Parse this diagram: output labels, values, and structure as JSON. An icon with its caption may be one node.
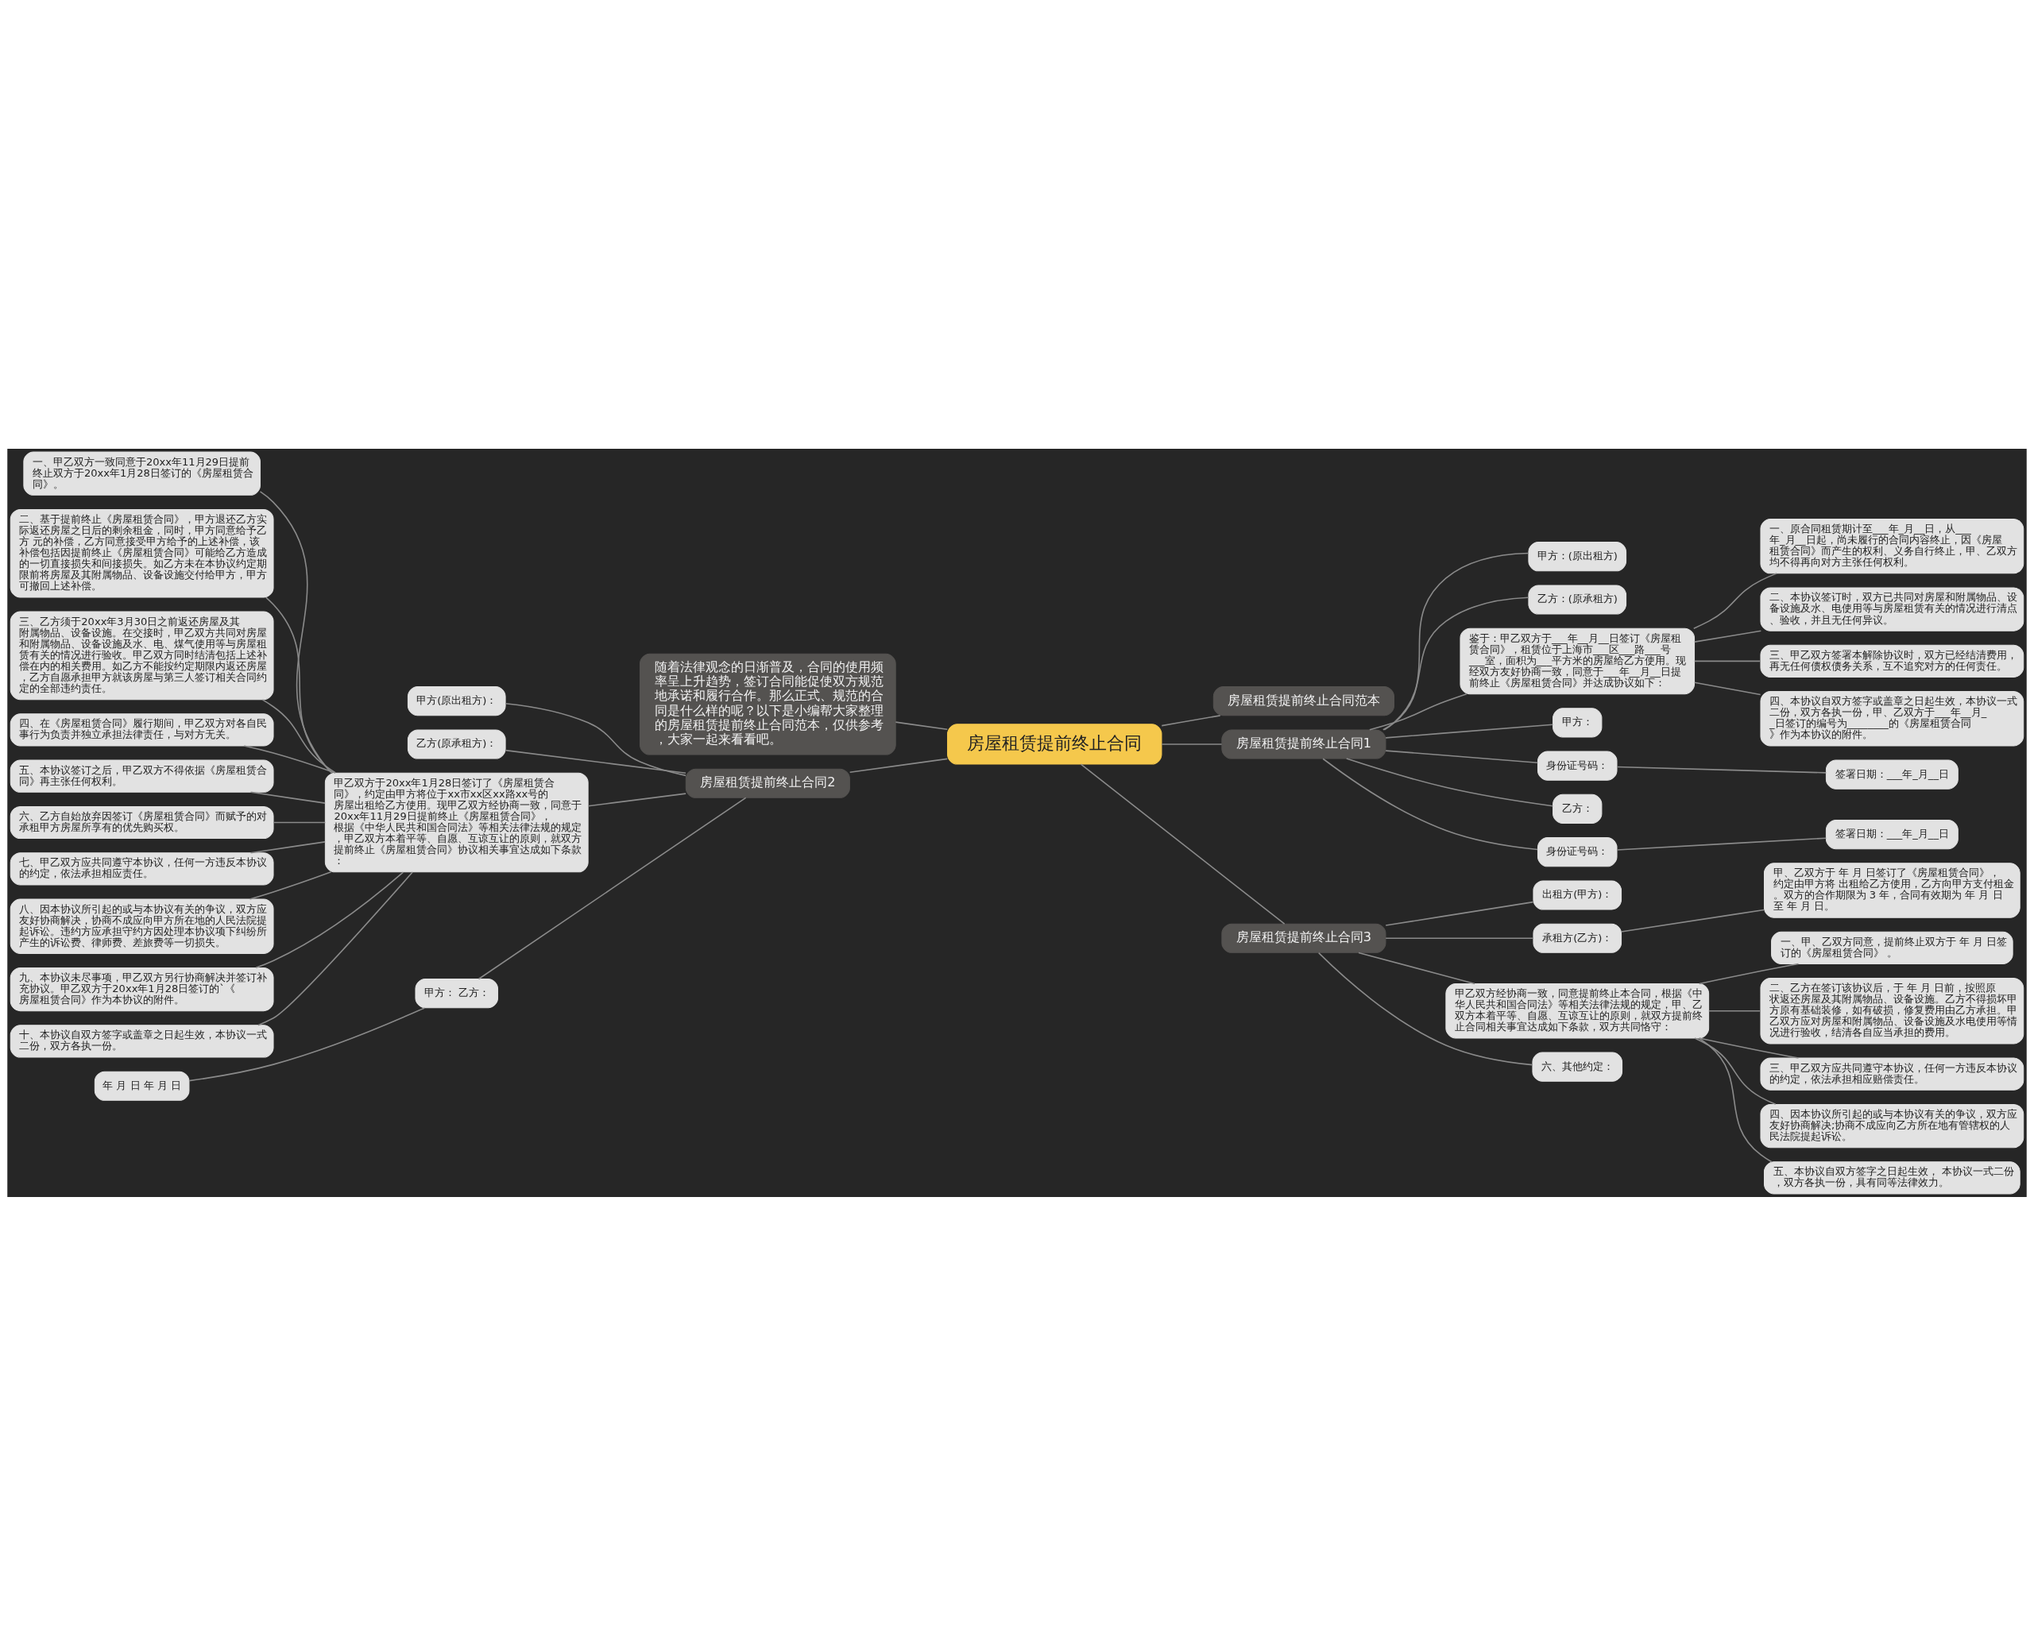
{
  "diagram": {
    "nodes": [
      {
        "text": [
          "房屋租赁提前终止合同"
        ]
      },
      {
        "text": [
          "随着法律观念的日渐普及，合同的使用频率呈上升趋势，签订合同能促使双方规范地承诺和履行合作。那么正式、规范的合同是什么样的呢？以下是小编帮大家整理的房屋租赁提前终止合同范本，仅供参考，大家一起来看看吧。"
        ]
      },
      {
        "text": [
          "房屋租赁提前终止合同范本"
        ]
      },
      {
        "text": [
          "房屋租赁提前终止合同1"
        ]
      },
      {
        "text": [
          "甲方：(原出租方)"
        ]
      },
      {
        "text": [
          "乙方：(原承租方)"
        ]
      },
      {
        "text": [
          "鉴于：甲乙双方于___年__月__日签订《房屋租赁合同》，租赁位于上海市___区___路___号___室，面积为___平方米的房屋给乙方使用。现经双方友好协商一致，同意于___年__月__日提前终止《房屋租赁合同》并达成协议如下："
        ]
      },
      {
        "text": [
          "一、原合同租赁期计至___年_月__日，从___年_月__日起，尚未履行的合同内容终止，因《房屋租赁合同》而产生的权利、义务自行终止，甲、乙双方均不得再向对方主张任何权利。"
        ]
      },
      {
        "text": [
          "二、本协议签订时，双方已共同对房屋和附属物品、设备设施及水、电使用等与房屋租赁有关的情况进行清点、验收，并且无任何异议。"
        ]
      },
      {
        "text": [
          "三、甲乙双方签署本解除协议时，双方已经结清费用，再无任何债权债务关系，互不追究对方的任何责任。"
        ]
      },
      {
        "text": [
          "四、本协议自双方签字或盖章之日起生效，本协议一式二份，双方各执一份，甲、乙双方于___年__月__日签订的编号为________的《房屋租赁合同》作为本协议的附件。"
        ]
      },
      {
        "text": [
          "甲方："
        ]
      },
      {
        "text": [
          "身份证号码："
        ]
      },
      {
        "text": [
          "签署日期：___年_月__日"
        ]
      },
      {
        "text": [
          "乙方："
        ]
      },
      {
        "text": [
          "身份证号码："
        ]
      },
      {
        "text": [
          "签署日期：___年_月__日"
        ]
      },
      {
        "text": [
          "房屋租赁提前终止合同3"
        ]
      },
      {
        "text": [
          "出租方(甲方)："
        ]
      },
      {
        "text": [
          "承租方(乙方)："
        ]
      },
      {
        "text": [
          "甲、乙双方于 年 月 日签订了《房屋租赁合同》，约定由甲方将 出租给乙方使用，乙方向甲方支付租金。双方的合作期限为 3 年，合同有效期为 年 月 日至 年 月 日。"
        ]
      },
      {
        "text": [
          "甲乙双方经协商一致，同意提前终止本合同，根据《中华人民共和国合同法》等相关法律法规的规定，甲、乙双方本着平等、自愿、互谅互让的原则，就双方提前终止合同相关事宜达成如下条款，双方共同恪守："
        ]
      },
      {
        "text": [
          "一、甲、乙双方同意，提前终止双方于 年 月 日签订的《房屋租赁合同》 。"
        ]
      },
      {
        "text": [
          "二、乙方在签订该协议后，于 年 月 日前，按照原状返还房屋及其附属物品、设备设施。乙方不得损坏甲方原有基础装修，如有破损，修复费用由乙方承担。甲乙双方应对房屋和附属物品、设备设施及水电使用等情况进行验收，结清各自应当承担的费用。"
        ]
      },
      {
        "text": [
          "三、甲乙双方应共同遵守本协议，任何一方违反本协议的约定，依法承担相应赔偿责任。"
        ]
      },
      {
        "text": [
          "四、因本协议所引起的或与本协议有关的争议，双方应友好协商解决;协商不成应向乙方所在地有管辖权的人民法院提起诉讼。"
        ]
      },
      {
        "text": [
          "五、本协议自双方签字之日起生效， 本协议一式二份，双方各执一份，具有同等法律效力。"
        ]
      },
      {
        "text": [
          "六、其他约定："
        ]
      },
      {
        "text": [
          "房屋租赁提前终止合同2"
        ]
      },
      {
        "text": [
          "甲方(原出租方)："
        ]
      },
      {
        "text": [
          "乙方(原承租方)："
        ]
      },
      {
        "text": [
          "甲乙双方于20xx年1月28日签订了《房屋租赁合同》，约定由甲方将位于xx市xx区xx路xx号的房屋出租给乙方使用。现甲乙双方经协商一致，同意于20xx年11月29日提前终止《房屋租赁合同》，根据《中华人民共和国合同法》等相关法律法规的规定，甲乙双方本着平等、自愿、互谅互让的原则，就双方提前终止《房屋租赁合同》协议相关事宜达成如下条款："
        ]
      },
      {
        "text": [
          "一、甲乙双方一致同意于20xx年11月29日提前终止双方于20xx年1月28日签订的《房屋租赁合同》。"
        ]
      },
      {
        "text": [
          "二、基于提前终止《房屋租赁合同》，甲方退还乙方实际返还房屋之日后的剩余租金，同时，甲方同意给予乙方 元的补偿，乙方同意接受甲方给予的上述补偿，该补偿包括因提前终止《房屋租赁合同》可能给乙方造成的一切直接损失和间接损失。如乙方未在本协议约定期限前将房屋及其附属物品、设备设施交付给甲方，甲方可撤回上述补偿。"
        ]
      },
      {
        "text": [
          "三、乙方须于20xx年3月30日之前返还房屋及其附属物品、设备设施。在交接时，甲乙双方共同对房屋和附属物品、设备设施及水、电、煤气使用等与房屋租赁有关的情况进行验收。甲乙双方同时结清包括上述补偿在内的相关费用。如乙方不能按约定期限内返还房屋，乙方自愿承担甲方就该房屋与第三人签订相关合同约定的全部违约责任。"
        ]
      },
      {
        "text": [
          "四、在《房屋租赁合同》履行期间，甲乙双方对各自民事行为负责并独立承担法律责任，与对方无关。"
        ]
      },
      {
        "text": [
          "五、本协议签订之后，甲乙双方不得依据《房屋租赁合同》再主张任何权利。"
        ]
      },
      {
        "text": [
          "六、乙方自始放弃因签订《房屋租赁合同》而赋予的对承租甲方房屋所享有的优先购买权。"
        ]
      },
      {
        "text": [
          "七、甲乙双方应共同遵守本协议，任何一方违反本协议的约定，依法承担相应责任。"
        ]
      },
      {
        "text": [
          "八、因本协议所引起的或与本协议有关的争议，双方应友好协商解决，协商不成应向甲方所在地的人民法院提起诉讼。违约方应承担守约方因处理本协议项下纠纷所产生的诉讼费、律师费、差旅费等一切损失。"
        ]
      },
      {
        "text": [
          "九、本协议未尽事项，甲乙双方另行协商解决并签订补充协议。甲乙双方于20xx年1月28日签订的`《房屋租赁合同》作为本协议的附件。"
        ]
      },
      {
        "text": [
          "十、本协议自双方签字或盖章之日起生效，本协议一式二份，双方各执一份。"
        ]
      },
      {
        "text": [
          "甲方： 乙方："
        ]
      },
      {
        "text": [
          "年 月 日 年 月 日"
        ]
      }
    ],
    "edges": [
      {
        "from": 0,
        "to": 1,
        "arrow": "none"
      },
      {
        "from": 0,
        "to": 2,
        "arrow": "none"
      },
      {
        "from": 0,
        "to": 3,
        "arrow": "none"
      },
      {
        "from": 0,
        "to": 17,
        "arrow": "none"
      },
      {
        "from": 0,
        "to": 28,
        "arrow": "none"
      },
      {
        "from": 3,
        "to": 4,
        "arrow": "none"
      },
      {
        "from": 3,
        "to": 5,
        "arrow": "none"
      },
      {
        "from": 3,
        "to": 6,
        "arrow": "none"
      },
      {
        "from": 6,
        "to": 7,
        "arrow": "none"
      },
      {
        "from": 6,
        "to": 8,
        "arrow": "none"
      },
      {
        "from": 6,
        "to": 9,
        "arrow": "none"
      },
      {
        "from": 6,
        "to": 10,
        "arrow": "none"
      },
      {
        "from": 3,
        "to": 11,
        "arrow": "none"
      },
      {
        "from": 3,
        "to": 12,
        "arrow": "none"
      },
      {
        "from": 12,
        "to": 13,
        "arrow": "none"
      },
      {
        "from": 3,
        "to": 14,
        "arrow": "none"
      },
      {
        "from": 3,
        "to": 15,
        "arrow": "none"
      },
      {
        "from": 15,
        "to": 16,
        "arrow": "none"
      },
      {
        "from": 17,
        "to": 18,
        "arrow": "none"
      },
      {
        "from": 17,
        "to": 19,
        "arrow": "none"
      },
      {
        "from": 19,
        "to": 20,
        "arrow": "none"
      },
      {
        "from": 17,
        "to": 21,
        "arrow": "none"
      },
      {
        "from": 21,
        "to": 22,
        "arrow": "none"
      },
      {
        "from": 21,
        "to": 23,
        "arrow": "none"
      },
      {
        "from": 21,
        "to": 24,
        "arrow": "none"
      },
      {
        "from": 21,
        "to": 25,
        "arrow": "none"
      },
      {
        "from": 21,
        "to": 26,
        "arrow": "none"
      },
      {
        "from": 17,
        "to": 27,
        "arrow": "none"
      },
      {
        "from": 28,
        "to": 29,
        "arrow": "none"
      },
      {
        "from": 28,
        "to": 30,
        "arrow": "none"
      },
      {
        "from": 28,
        "to": 31,
        "arrow": "none"
      },
      {
        "from": 31,
        "to": 32,
        "arrow": "none"
      },
      {
        "from": 31,
        "to": 33,
        "arrow": "none"
      },
      {
        "from": 31,
        "to": 34,
        "arrow": "none"
      },
      {
        "from": 31,
        "to": 35,
        "arrow": "none"
      },
      {
        "from": 31,
        "to": 36,
        "arrow": "none"
      },
      {
        "from": 31,
        "to": 37,
        "arrow": "none"
      },
      {
        "from": 31,
        "to": 38,
        "arrow": "none"
      },
      {
        "from": 31,
        "to": 39,
        "arrow": "none"
      },
      {
        "from": 31,
        "to": 40,
        "arrow": "none"
      },
      {
        "from": 31,
        "to": 41,
        "arrow": "none"
      },
      {
        "from": 28,
        "to": 42,
        "arrow": "none"
      },
      {
        "from": 42,
        "to": 43,
        "arrow": "none"
      }
    ]
  }
}
